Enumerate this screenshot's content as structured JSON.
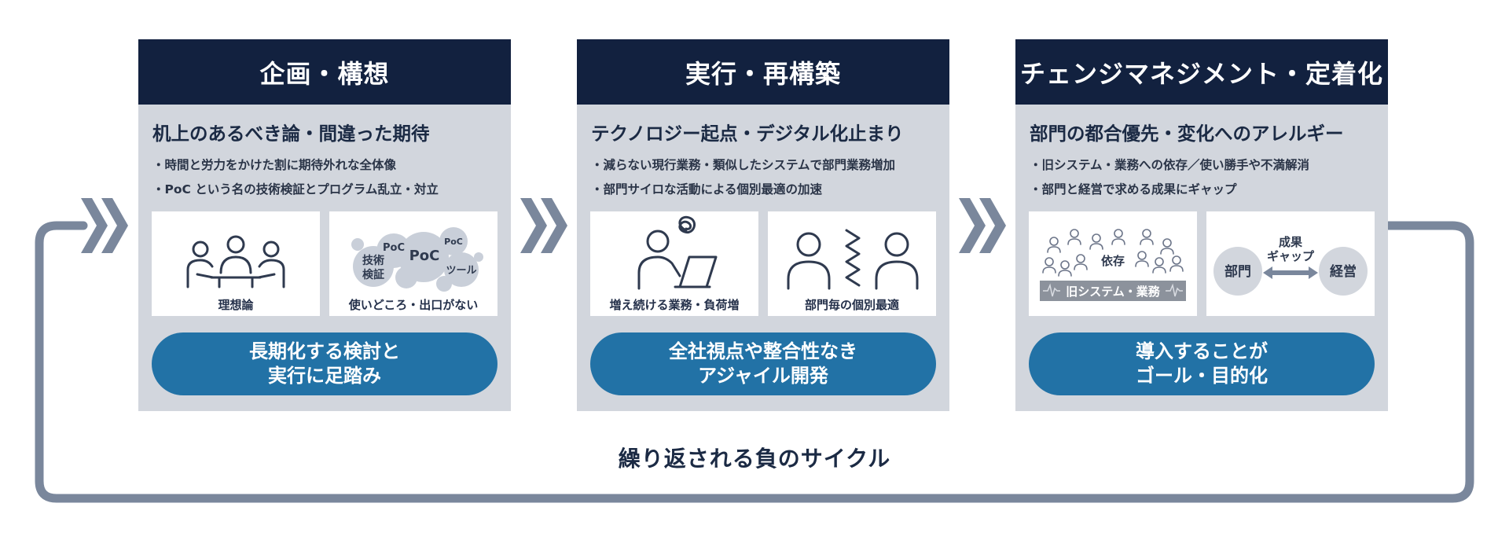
{
  "cards": [
    {
      "title": "企画・構想",
      "subtitle": "机上のあるべき論・間違った期待",
      "bullets": [
        "・時間と労力をかけた割に期待外れな全体像",
        "・PoC という名の技術検証とプログラム乱立・対立"
      ],
      "panels": [
        {
          "caption": "理想論",
          "icon": "meeting-people-icon"
        },
        {
          "caption": "使いどころ・出口がない",
          "icon": "poc-bubbles-icon",
          "bubble_labels": [
            "技術",
            "検証",
            "PoC",
            "PoC",
            "PoC",
            "ツール"
          ]
        }
      ],
      "result": [
        "長期化する検討と",
        "実行に足踏み"
      ]
    },
    {
      "title": "実行・再構築",
      "subtitle": "テクノロジー起点・デジタル化止まり",
      "bullets": [
        "・減らない現行業務・類似したシステムで部門業務増加",
        "・部門サイロな活動による個別最適の加速"
      ],
      "panels": [
        {
          "caption": "増え続ける業務・負荷増",
          "icon": "overloaded-worker-icon"
        },
        {
          "caption": "部門毎の個別最適",
          "icon": "split-people-icon"
        }
      ],
      "result": [
        "全社視点や整合性なき",
        "アジャイル開発"
      ]
    },
    {
      "title": "チェンジマネジメント・定着化",
      "subtitle": "部門の都合優先・変化へのアレルギー",
      "bullets": [
        "・旧システム・業務への依存／使い勝手や不満解消",
        "・部門と経営で求める成果にギャップ"
      ],
      "panels": [
        {
          "caption": "",
          "icon": "crowd-dependency-icon",
          "label_dependency": "依存",
          "label_legacy": "旧システム・業務"
        },
        {
          "caption": "",
          "icon": "gap-icon",
          "label_left": "部門",
          "label_right": "経営",
          "label_top_1": "成果",
          "label_top_2": "ギャップ"
        }
      ],
      "result": [
        "導入することが",
        "ゴール・目的化"
      ]
    }
  ],
  "cycle_label": "繰り返される負のサイクル",
  "colors": {
    "header_bg": "#12213f",
    "card_bg": "#d2d6dd",
    "pill_bg": "#2272a6",
    "loop": "#7a879c",
    "chevron": "#7a879c",
    "icon_stroke": "#2f3a4f",
    "bubble_fill": "#c9cfd9"
  }
}
